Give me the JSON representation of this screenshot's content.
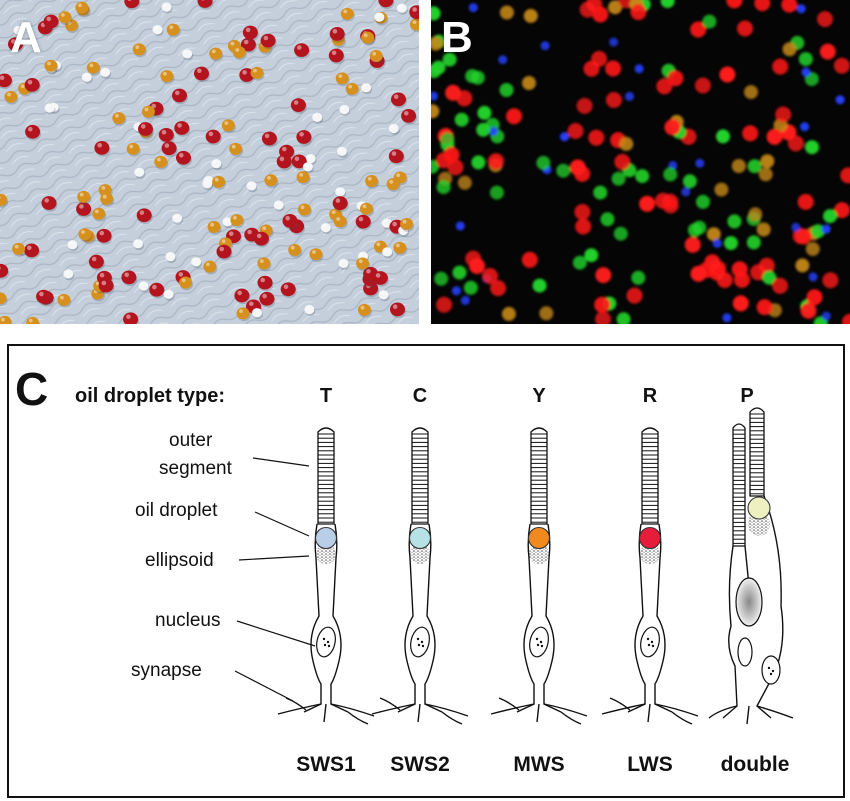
{
  "panel_a": {
    "label": "A"
  },
  "panel_b": {
    "label": "B"
  },
  "panel_c": {
    "label": "C",
    "header": "oil droplet type:",
    "structures": [
      "outer",
      "segment",
      "oil droplet",
      "ellipsoid",
      "nucleus",
      "synapse"
    ],
    "cells": [
      {
        "type": "T",
        "name": "SWS1",
        "droplet_color": "#b9cfe8"
      },
      {
        "type": "C",
        "name": "SWS2",
        "droplet_color": "#b6e2e6"
      },
      {
        "type": "Y",
        "name": "MWS",
        "droplet_color": "#f08a1e"
      },
      {
        "type": "R",
        "name": "LWS",
        "droplet_color": "#e51c3a"
      },
      {
        "type": "P",
        "name": "double",
        "droplet_color": "#eef0c2"
      }
    ]
  },
  "colors": {
    "red_droplet": "#b3141e",
    "orange_droplet": "#d6901e",
    "white_droplet": "#f4f6f8",
    "fluor_red": "#ff1a1a",
    "fluor_green": "#22d22a",
    "fluor_blue": "#2540ff",
    "fluor_orange": "#c88a1a"
  }
}
